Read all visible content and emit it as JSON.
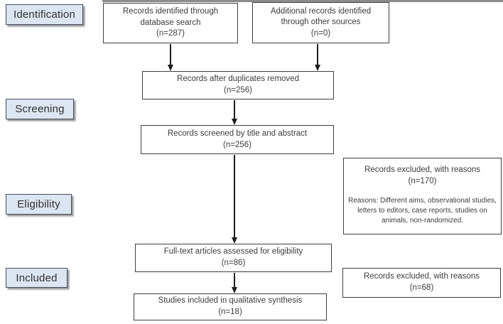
{
  "diagram_type": "prisma-flow-diagram",
  "colors": {
    "stage_fill": "#dce6f2",
    "stage_border": "#45505c",
    "box_border": "#3f3f3f",
    "text": "#3d3d3d",
    "arrow": "#1c1c1c",
    "stage_shadow": "#7d7d7d"
  },
  "stages": [
    {
      "label": "Identification"
    },
    {
      "label": "Screening"
    },
    {
      "label": "Eligibility"
    },
    {
      "label": "Included"
    }
  ],
  "boxes": {
    "identified_db": {
      "text": "Records identified through\ndatabase search",
      "count": "(n=287)"
    },
    "identified_other": {
      "text": "Additional records identified\nthrough other sources",
      "count": "(n=0)"
    },
    "duplicates_removed": {
      "text": "Records after duplicates removed",
      "count": "(n=256)"
    },
    "screened": {
      "text": "Records screened by title and abstract",
      "count": "(n=256)"
    },
    "excluded_screening": {
      "text": "Records excluded, with reasons",
      "count": "(n=170)",
      "reasons": "Reasons: Different aims, observational studies, letters to editors, case reports, studies on animals, non-randomized."
    },
    "fulltext_assessed": {
      "text": "Full-text articles assessed for eligibility",
      "count": "(n=86)"
    },
    "excluded_fulltext": {
      "text": "Records excluded, with reasons",
      "count": "(n=68)"
    },
    "included_synthesis": {
      "text": "Studies included in qualitative synthesis",
      "count": "(n=18)"
    }
  }
}
